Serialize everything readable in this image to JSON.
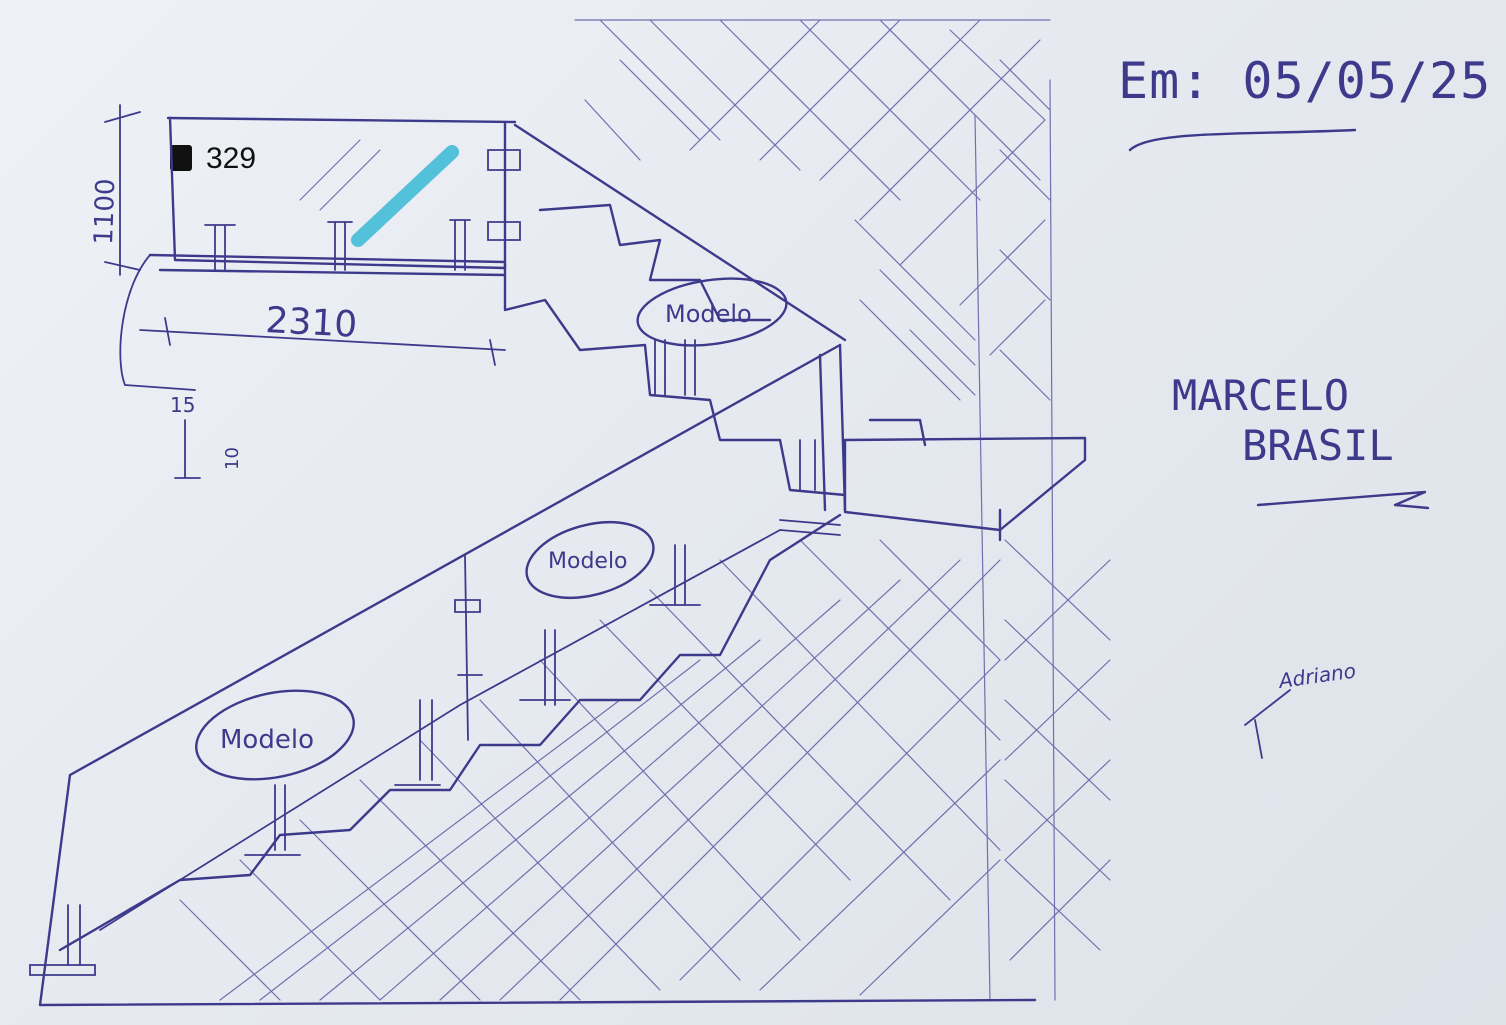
{
  "sticker_number": "329",
  "date_label": "Em: 05/05/25",
  "dimensions": {
    "height": "1100",
    "width": "2310",
    "detail_top": "15",
    "detail_side": "10"
  },
  "panel_labels": [
    "Modelo",
    "Modelo",
    "Modelo"
  ],
  "client_name_line1": "MARCELO",
  "client_name_line2": "BRASIL",
  "signature": "Adriano",
  "colors": {
    "ink": "#3d3a8c",
    "highlighter": "#3ab8d6",
    "paper": "#eef1f6"
  }
}
